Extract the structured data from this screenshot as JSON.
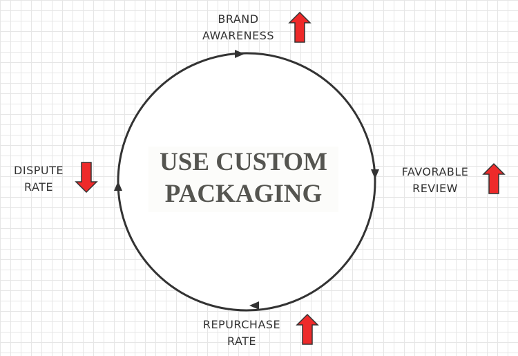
{
  "center": {
    "line1": "USE CUSTOM",
    "line2": "PACKAGING"
  },
  "nodes": [
    {
      "line1": "BRAND",
      "line2": "AWARENESS",
      "trend": "up"
    },
    {
      "line1": "FAVORABLE",
      "line2": "REVIEW",
      "trend": "up"
    },
    {
      "line1": "REPURCHASE",
      "line2": "RATE",
      "trend": "up"
    },
    {
      "line1": "DISPUTE",
      "line2": "RATE",
      "trend": "down"
    }
  ],
  "colors": {
    "arrow": "#ee2a2a",
    "stroke": "#333333"
  }
}
